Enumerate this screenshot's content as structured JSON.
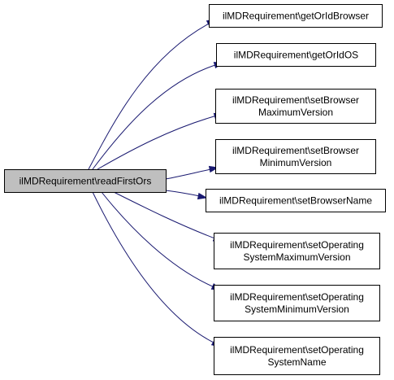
{
  "colors": {
    "source_fill": "#bfbfbf",
    "target_fill": "#ffffff",
    "border": "#000000",
    "edge": "#191970"
  },
  "source": {
    "id": "readFirstOrs",
    "lines": [
      "ilMDRequirement\\readFirstOrs"
    ]
  },
  "targets": [
    {
      "id": "getOrIdBrowser",
      "lines": [
        "ilMDRequirement\\getOrIdBrowser"
      ]
    },
    {
      "id": "getOrIdOS",
      "lines": [
        "ilMDRequirement\\getOrIdOS"
      ]
    },
    {
      "id": "setBrowserMaximumVersion",
      "lines": [
        "ilMDRequirement\\setBrowser",
        "MaximumVersion"
      ]
    },
    {
      "id": "setBrowserMinimumVersion",
      "lines": [
        "ilMDRequirement\\setBrowser",
        "MinimumVersion"
      ]
    },
    {
      "id": "setBrowserName",
      "lines": [
        "ilMDRequirement\\setBrowserName"
      ]
    },
    {
      "id": "setOperatingSystemMaximumVersion",
      "lines": [
        "ilMDRequirement\\setOperating",
        "SystemMaximumVersion"
      ]
    },
    {
      "id": "setOperatingSystemMinimumVersion",
      "lines": [
        "ilMDRequirement\\setOperating",
        "SystemMinimumVersion"
      ]
    },
    {
      "id": "setOperatingSystemName",
      "lines": [
        "ilMDRequirement\\setOperating",
        "SystemName"
      ]
    }
  ]
}
